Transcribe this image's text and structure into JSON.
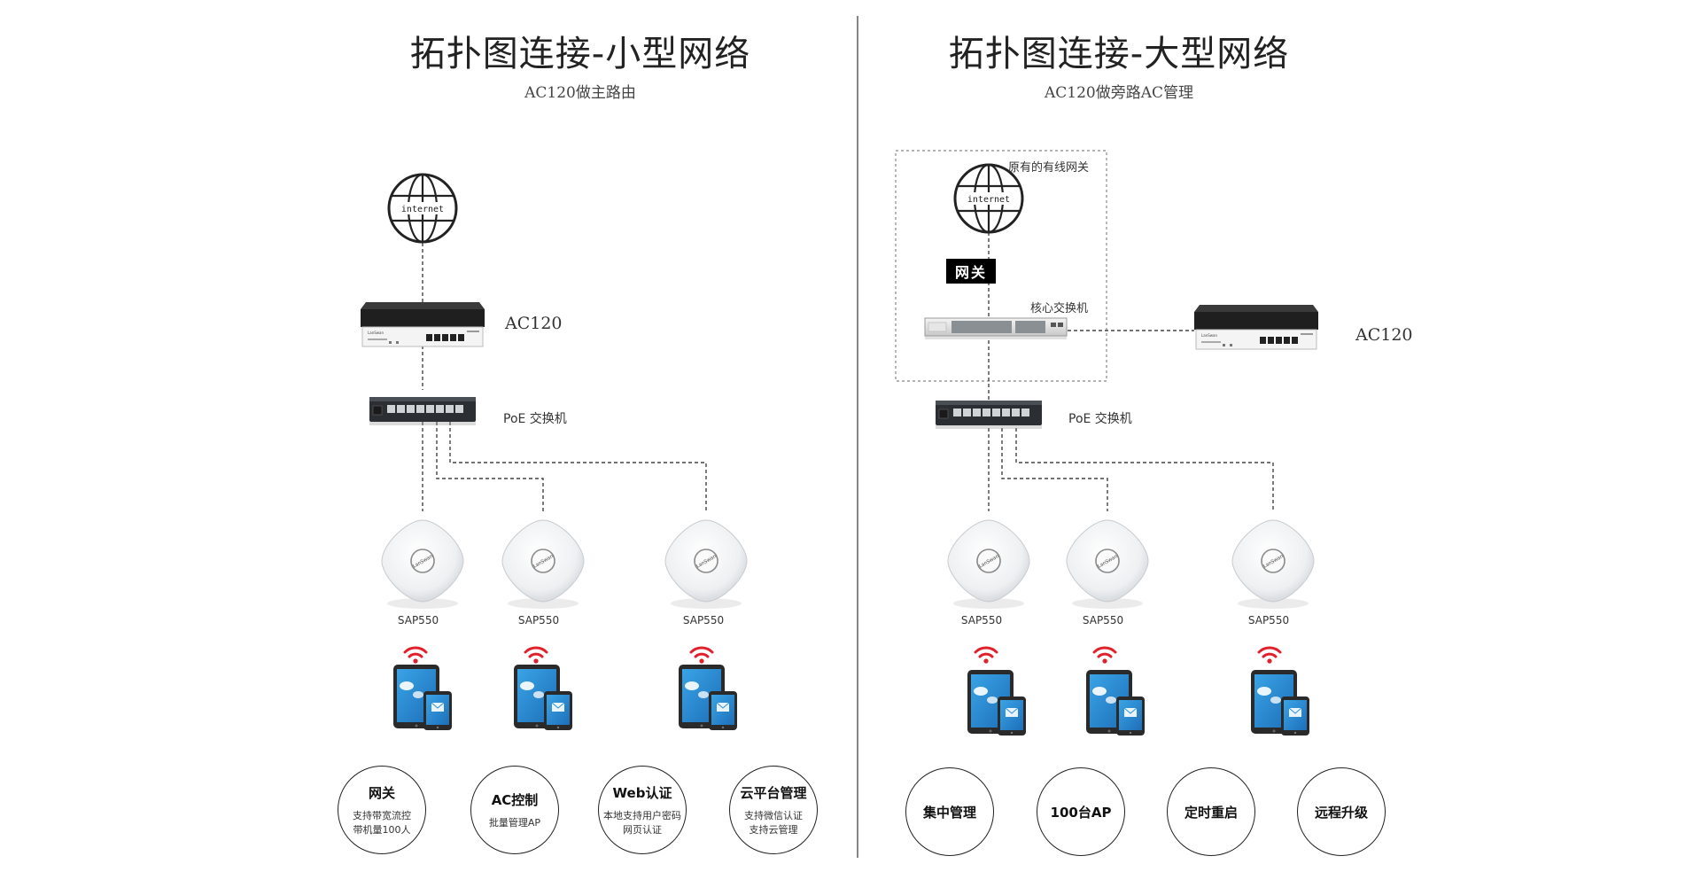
{
  "left": {
    "title": "拓扑图连接-小型网络",
    "subtitle": "AC120做主路由",
    "internet_label": "internet",
    "ac_label": "AC120",
    "poe_label": "PoE 交换机",
    "ap_label": "SAP550",
    "features": [
      {
        "title": "网关",
        "lines": [
          "支持带宽流控",
          "带机量100人"
        ]
      },
      {
        "title": "AC控制",
        "lines": [
          "批量管理AP"
        ]
      },
      {
        "title": "Web认证",
        "lines": [
          "本地支持用户密码",
          "网页认证"
        ]
      },
      {
        "title": "云平台管理",
        "lines": [
          "支持微信认证",
          "支持云管理"
        ]
      }
    ]
  },
  "right": {
    "title": "拓扑图连接-大型网络",
    "subtitle": "AC120做旁路AC管理",
    "internet_label": "internet",
    "existing_gateway_label": "原有的有线网关",
    "gateway_tag": "网关",
    "core_switch_label": "核心交换机",
    "ac_label": "AC120",
    "poe_label": "PoE 交换机",
    "ap_label": "SAP550",
    "features": [
      {
        "title": "集中管理"
      },
      {
        "title": "100台AP"
      },
      {
        "title": "定时重启"
      },
      {
        "title": "远程升级"
      }
    ]
  },
  "brand_text": "LanSwan",
  "colors": {
    "wifi": "#e0212b",
    "line": "#555555",
    "device_dark": "#2a2a2a",
    "screen_blue": "#2f8fd6"
  }
}
